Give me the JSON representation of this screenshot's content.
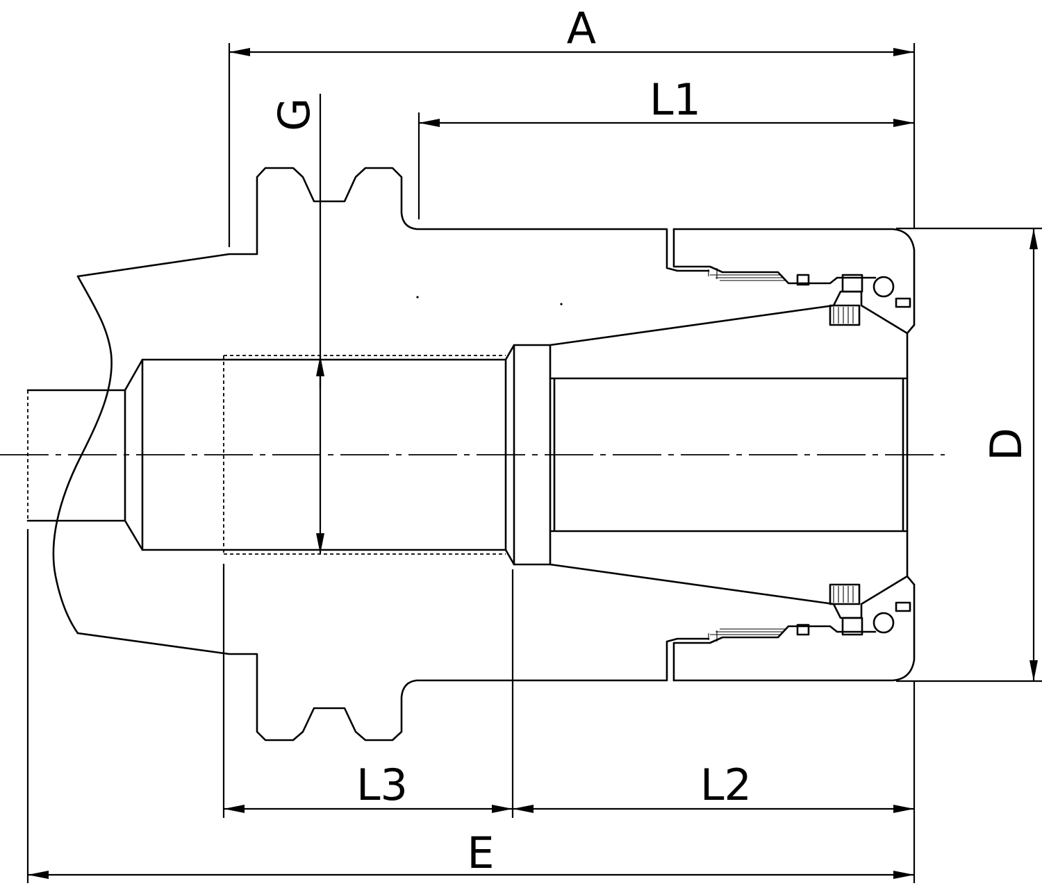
{
  "labels": {
    "A": "A",
    "L1": "L1",
    "G": "G",
    "D": "D",
    "L3": "L3",
    "L2": "L2",
    "E": "E"
  }
}
